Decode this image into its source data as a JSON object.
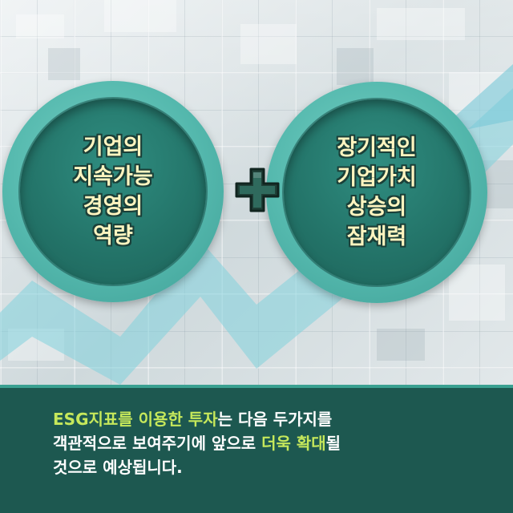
{
  "left_circle": {
    "lines": [
      "기업의",
      "지속가능",
      "경영의",
      "역량"
    ]
  },
  "right_circle": {
    "lines": [
      "장기적인",
      "기업가치",
      "상승의",
      "잠재력"
    ]
  },
  "plus_icon": "plus-icon",
  "bottom_text": {
    "line1": {
      "highlight1": "ESG지표를 이용한 투자",
      "rest": "는 다음 두가지를"
    },
    "line2": {
      "start": "객관적으로 보여주기에 앞으로 ",
      "highlight": "더욱 확대",
      "end": "될"
    },
    "line3": "것으로 예상됩니다."
  },
  "colors": {
    "teal_outer": "#54b8ad",
    "teal_inner": "#237368",
    "text_yellow": "#fff5c0",
    "banner": "#1d5850",
    "highlight_green": "#c6e85b"
  }
}
